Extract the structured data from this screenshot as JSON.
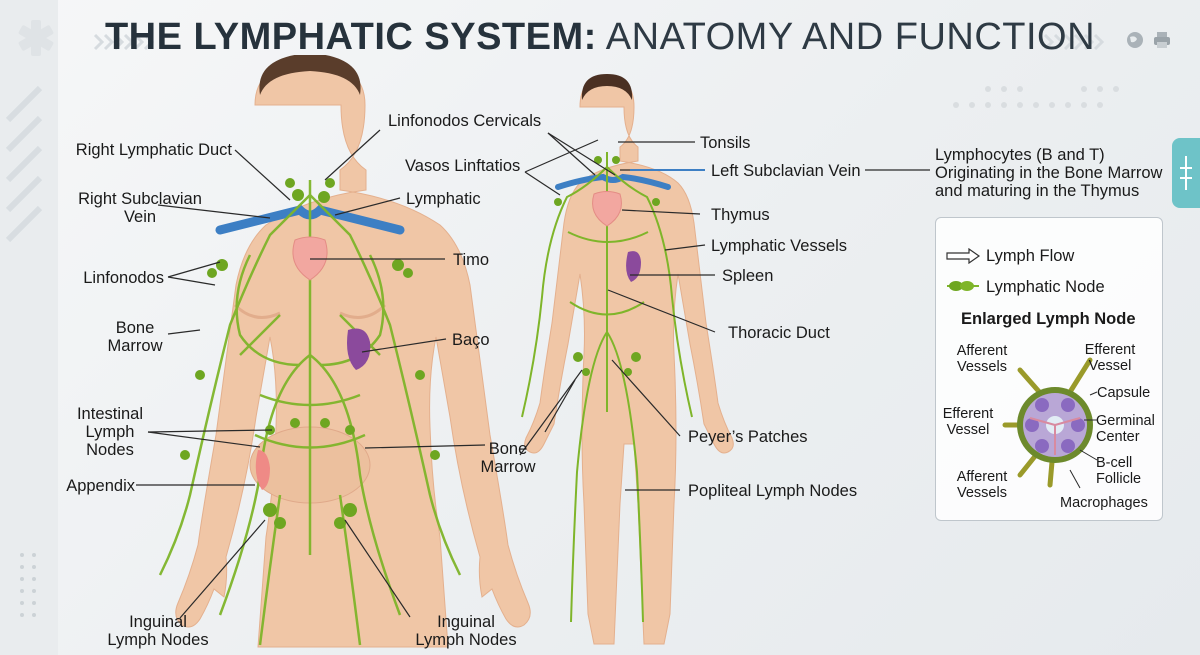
{
  "title": {
    "bold": "THE LYMPHATIC SYSTEM:",
    "light": "ANATOMY AND FUNCTION"
  },
  "left_labels": {
    "right_lymphatic_duct": "Right Lymphatic Duct",
    "right_subclavian_vein": [
      "Right Subclavian",
      "Vein"
    ],
    "linfonodos": "Linfonodos",
    "bone_marrow": [
      "Bone",
      "Marrow"
    ],
    "intestinal_lymph_nodes": [
      "Intestinal",
      "Lymph",
      "Nodes"
    ],
    "appendix": "Appendix",
    "inguinal_left": [
      "Inguinal",
      "Lymph Nodes"
    ]
  },
  "middle_labels": {
    "linfonodos_cervicals": "Linfonodos Cervicals",
    "vasos": "Vasos Linftatios",
    "lymphatic": "Lymphatic",
    "timo": "Timo",
    "baco": "Baço",
    "bone_marrow": [
      "Bone",
      "Marrow"
    ],
    "inguinal_right": [
      "Inguinal",
      "Lymph Nodes"
    ]
  },
  "right_labels": {
    "tonsils": "Tonsils",
    "left_subclavian_vein": "Left Subclavian Vein",
    "thymus": "Thymus",
    "lymphatic_vessels": "Lymphatic Vessels",
    "spleen": "Spleen",
    "thoracic_duct": "Thoracic Duct",
    "peyers_patches": "Peyer’s Patches",
    "popliteal": "Popliteal Lymph Nodes"
  },
  "lymphocytes": [
    "Lymphocytes (B and T)",
    "Originating in the Bone Marrow",
    "and maturing in the Thymus"
  ],
  "legend": {
    "lymph_flow": "Lymph Flow",
    "lymphatic_node": "Lymphatic Node",
    "enlarged_title": "Enlarged Lymph Node",
    "afferent_top": [
      "Afferent",
      "Vessels"
    ],
    "efferent_top": [
      "Efferent",
      "Vessel"
    ],
    "capsule": "Capsule",
    "efferent_left": [
      "Efferent",
      "Vessel"
    ],
    "germinal": [
      "Germinal",
      "Center"
    ],
    "afferent_bottom": [
      "Afferent",
      "Vessels"
    ],
    "bcell": [
      "B-cell",
      "Follicle"
    ],
    "macrophages": "Macrophages"
  },
  "colors": {
    "lymph": "#7fb52a",
    "vein": "#3d7fc4",
    "skin": "#f2c8a8",
    "thymus": "#f2a7a0",
    "spleen": "#8b4a9c",
    "appendix": "#ef8a86"
  }
}
